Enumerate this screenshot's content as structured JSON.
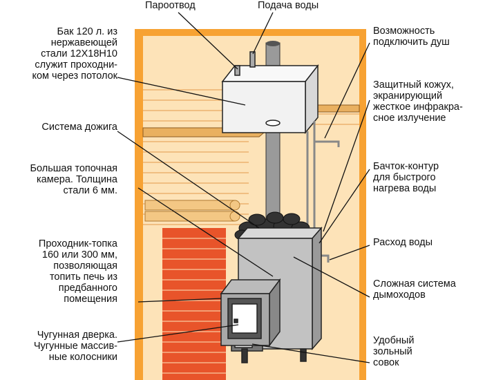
{
  "labels": {
    "steam_outlet": "Пароотвод",
    "water_supply": "Подача воды",
    "tank": "Бак 120 л. из\nнержавеющей\nстали 12Х18Н10\nслужит проходни-\nком через потолок",
    "afterburn": "Система дожига",
    "chamber": "Большая топочная\nкамера. Толщина\nстали 6 мм.",
    "passthrough": "Проходник-топка\n160 или 300 мм,\nпозволяющая\nтопить печь из\nпредбанного\nпомещения",
    "door": "Чугунная дверка.\nЧугунные массив-\nные колосники",
    "shower": "Возможность\nподключить душ",
    "casing": "Защитный кожух,\nэкранирующий\nжесткое инфракра-\nсное излучение",
    "loop_tank": "Бачток-контур\nдля быстрого\nнагрева воды",
    "water_out": "Расход воды",
    "flues": "Сложная система\nдымоходов",
    "ash_pan": "Удобный\nзольный\nсовок"
  },
  "colors": {
    "frame": "#f7a233",
    "wall": "#fde3b8",
    "brick": "#e8542a",
    "steel": "#c8c8c8",
    "tank": "#f2f2f2"
  }
}
